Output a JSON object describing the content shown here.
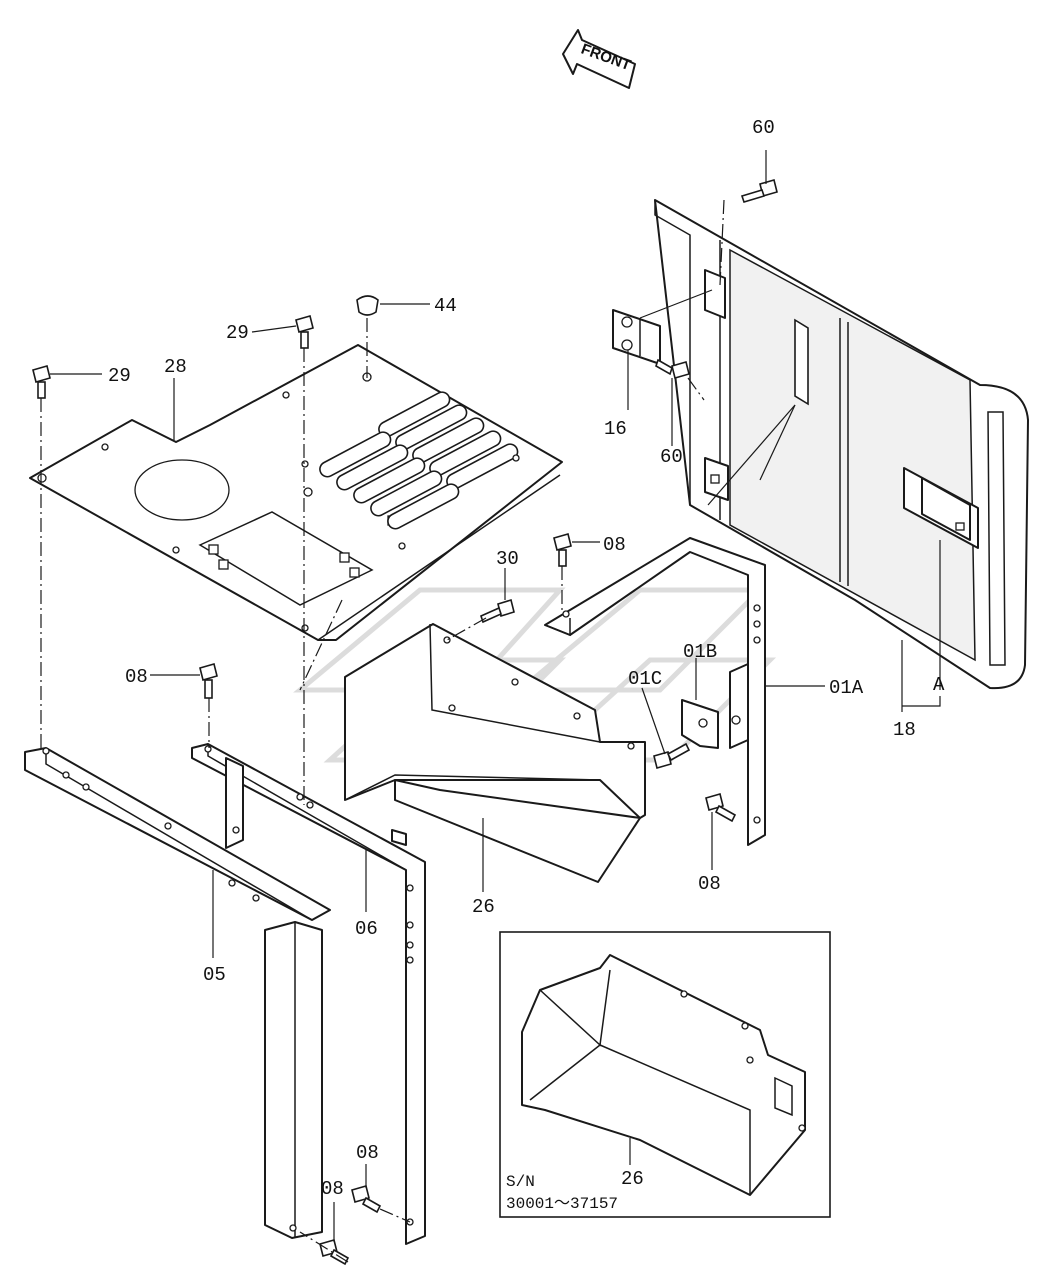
{
  "direction_arrow": {
    "label": "FRONT"
  },
  "part_labels": {
    "p60_top": "60",
    "p60_mid": "60",
    "p16": "16",
    "p44": "44",
    "p29_a": "29",
    "p29_b": "29",
    "p28": "28",
    "p30": "30",
    "p08_a": "08",
    "p08_b": "08",
    "p08_c": "08",
    "p08_d": "08",
    "p08_e": "08",
    "p01a": "01A",
    "p01b": "01B",
    "p01c": "01C",
    "p18": "18",
    "pA": "A",
    "p26_main": "26",
    "p26_inset": "26",
    "p05": "05",
    "p06": "06"
  },
  "inset": {
    "serial_label": "S/N",
    "serial_range": "30001～37157"
  }
}
